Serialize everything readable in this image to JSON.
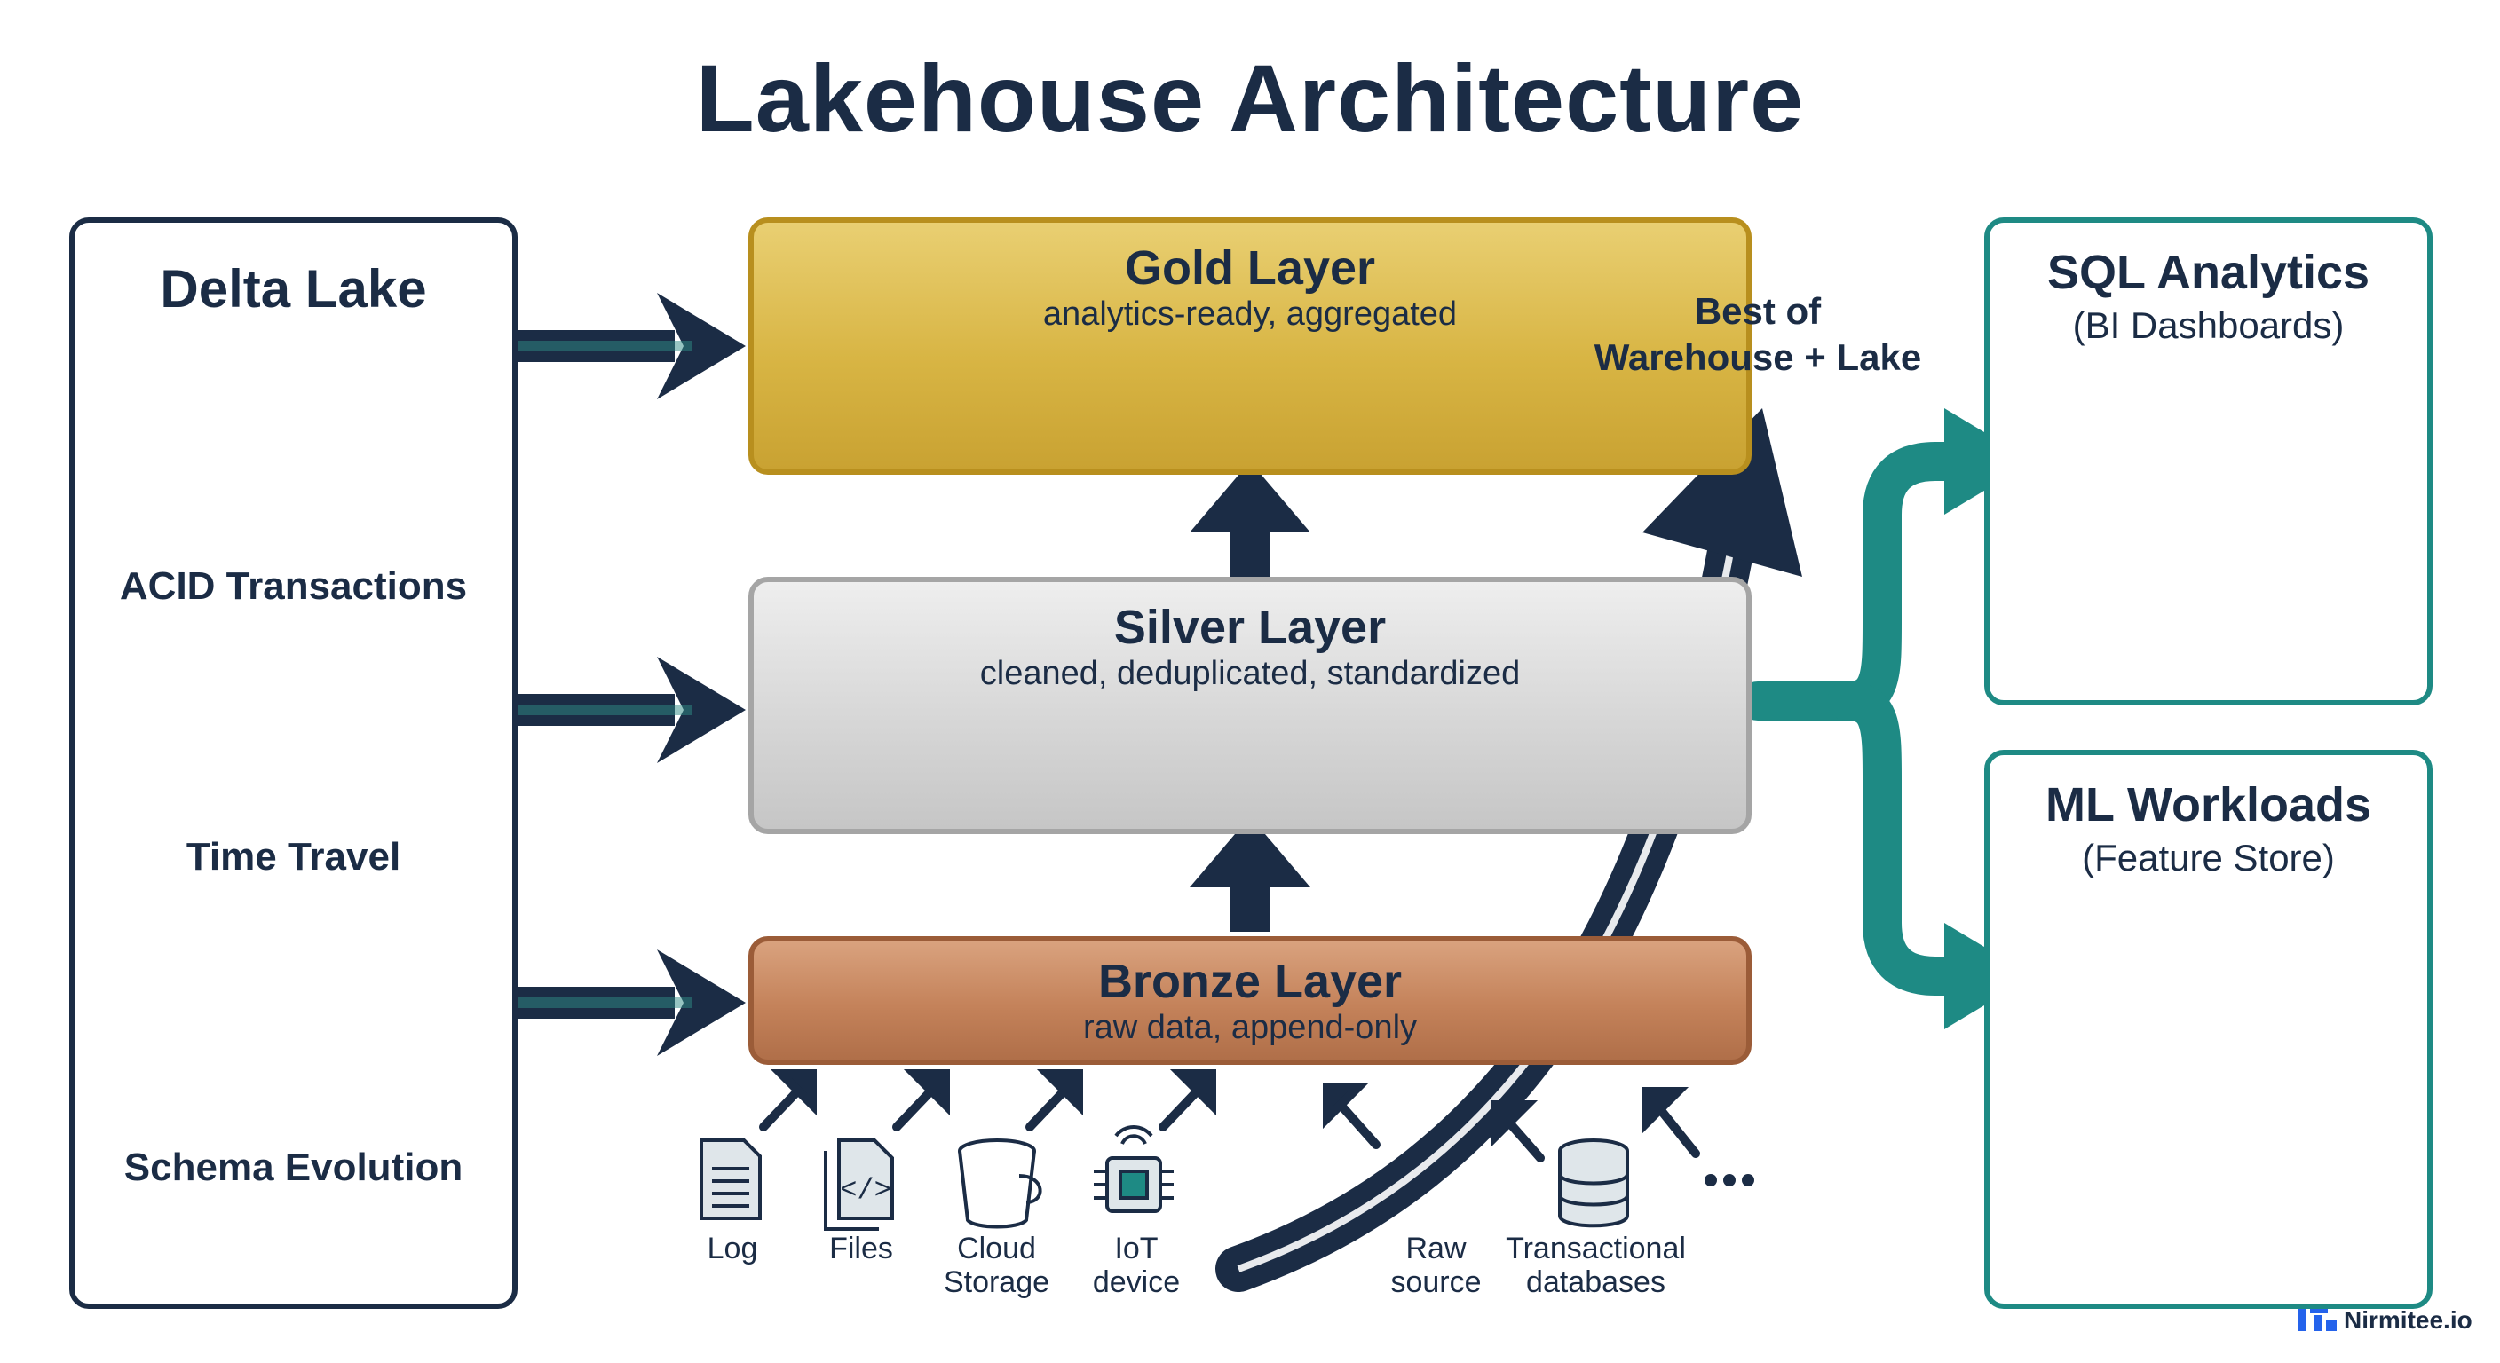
{
  "title": "Lakehouse Architecture",
  "left_panel": {
    "title": "Delta Lake",
    "features": [
      {
        "label": "ACID Transactions",
        "icon": "database-check-icon"
      },
      {
        "label": "Time Travel",
        "icon": "clock-history-icon"
      },
      {
        "label": "Schema Evolution",
        "icon": "hexagon-graph-icon"
      }
    ]
  },
  "layers": {
    "gold": {
      "name": "Gold Layer",
      "desc": "analytics-ready, aggregated",
      "icons": [
        "bar-chart-icon",
        "table-icon",
        "database-table-icon"
      ]
    },
    "silver": {
      "name": "Silver Layer",
      "desc": "cleaned, deduplicated, standardized",
      "icons": [
        "broom-icon",
        "list-number-icon",
        "gear-flow-icon"
      ]
    },
    "bronze": {
      "name": "Bronze Layer",
      "desc": "raw data, append-only"
    }
  },
  "callout": {
    "line1": "Best of",
    "line2": "Warehouse + Lake"
  },
  "sources": [
    {
      "label": [
        "Log"
      ],
      "icon": "log-file-icon"
    },
    {
      "label": [
        "Files"
      ],
      "icon": "code-file-icon"
    },
    {
      "label": [
        "Cloud",
        "Storage"
      ],
      "icon": "bucket-icon"
    },
    {
      "label": [
        "IoT",
        "device"
      ],
      "icon": "chip-icon"
    },
    {
      "label": [
        "Raw",
        "source"
      ],
      "icon": ""
    },
    {
      "label": [
        "Transactional",
        "databases"
      ],
      "icon": "database-icon"
    },
    {
      "label": [],
      "icon": "more-dots-icon"
    }
  ],
  "right_panels": {
    "sql": {
      "title": "SQL Analytics",
      "subtitle": "(BI Dashboards)",
      "icon": "dashboard-icon"
    },
    "ml": {
      "title": "ML Workloads",
      "subtitle": "(Feature Store)",
      "icon": "brain-network-icon"
    }
  },
  "brand": {
    "name": "Nirmitee.io",
    "icon": "nirmitee-logo-icon"
  },
  "colors": {
    "navy": "#1b2c45",
    "teal": "#1e8a84",
    "gold": "#d8b544",
    "silver": "#d7d7d7",
    "bronze": "#c4825a"
  }
}
